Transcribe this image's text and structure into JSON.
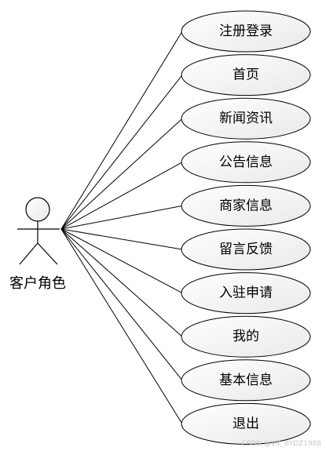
{
  "actor": {
    "label": "客户角色"
  },
  "use_cases": [
    "注册登录",
    "首页",
    "新闻资讯",
    "公告信息",
    "商家信息",
    "留言反馈",
    "入驻申请",
    "我的",
    "基本信息",
    "退出"
  ],
  "watermark": "CSDN @VX_BYDZ1988"
}
